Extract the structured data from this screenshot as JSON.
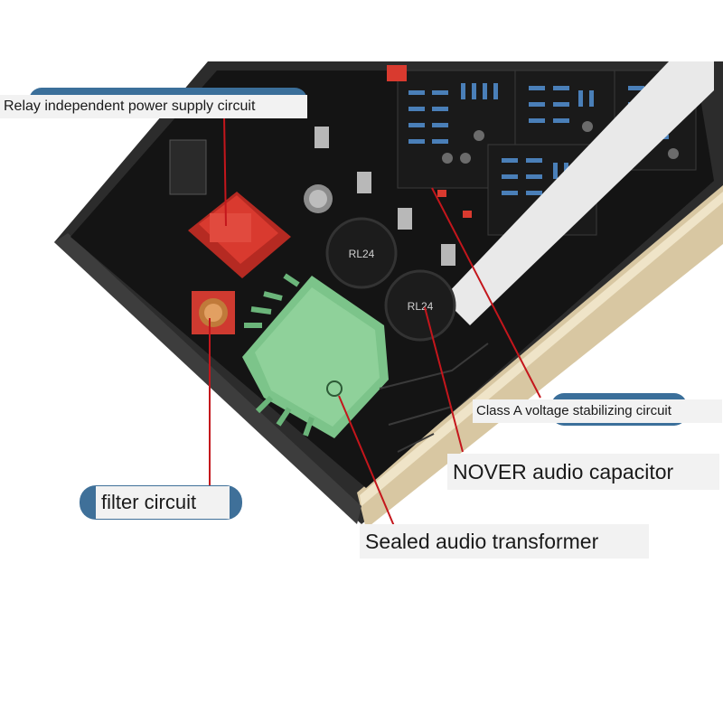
{
  "callouts": {
    "relay": "Relay independent power supply circuit",
    "class_a": "Class A voltage stabilizing circuit",
    "nover": "NOVER audio capacitor",
    "filter": "filter circuit",
    "transformer": "Sealed audio transformer"
  },
  "components": {
    "capacitor_label_1": "RL24",
    "capacitor_label_2": "RL24"
  },
  "colors": {
    "pcb": "#151515",
    "chassis_frame": "#2a2a2a",
    "gold_rim": "#d8c7a2",
    "transformer_green": "#8fd19a",
    "relay_red": "#d93a2f",
    "resistor_blue": "#4a7fb8",
    "leader_line": "#c4161c",
    "callout_pill": "#3b6f9a",
    "callout_bg": "#f2f2f2"
  }
}
